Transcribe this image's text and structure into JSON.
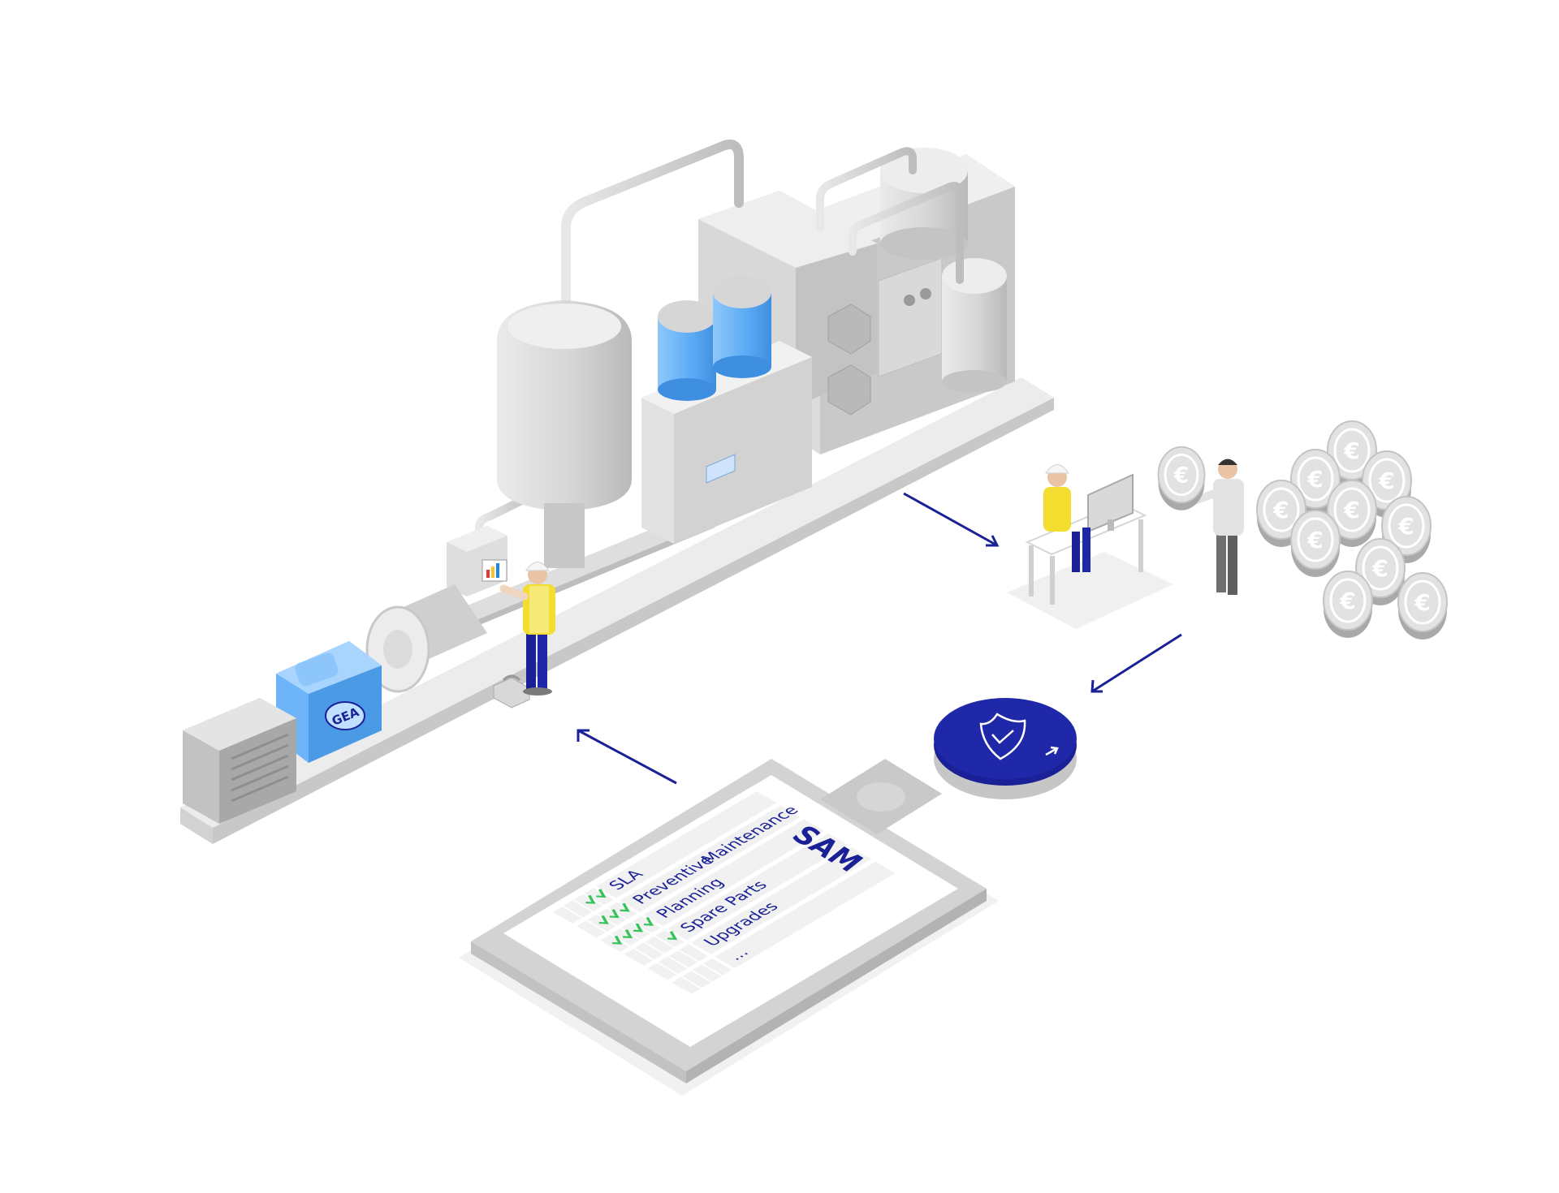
{
  "colors": {
    "accent": "#1a2196",
    "machine_blue": "#5aa9f5",
    "vest_yellow": "#f3dd2f",
    "check_green": "#36c45a",
    "metal_light": "#e6e6e6",
    "metal_mid": "#cfcfcf",
    "metal_dark": "#9e9e9e"
  },
  "motor": {
    "brand": "GEA"
  },
  "icons": {
    "arrows": [
      "arrow-icon",
      "arrow-icon",
      "arrow-icon"
    ],
    "shield_badge": "shield-check-icon",
    "coins": "euro-coin-icon",
    "control_panel_chart": "bar-chart-icon"
  },
  "checklist": {
    "title": "SAM",
    "items": [
      {
        "label": "SLA",
        "checks": 2
      },
      {
        "label": "Preventive",
        "label2": "Maintenance",
        "checks": 3
      },
      {
        "label": "Planning",
        "checks": 4
      },
      {
        "label": "Spare Parts",
        "checks": 1
      },
      {
        "label": "Upgrades",
        "checks": 0
      },
      {
        "label": "...",
        "checks": 0
      }
    ]
  }
}
